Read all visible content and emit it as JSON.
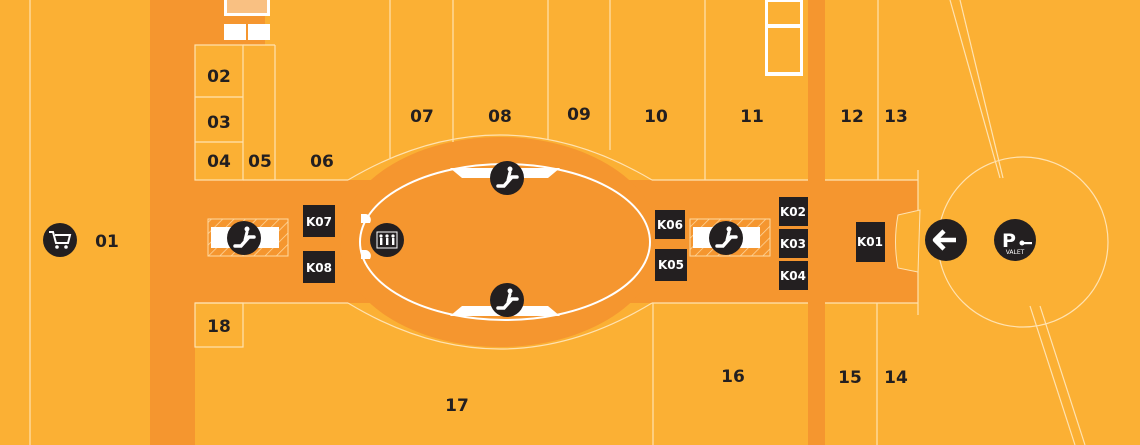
{
  "colors": {
    "store": "#FBB034",
    "corridor": "#F5962F",
    "icon": "#231F20"
  },
  "stores": {
    "s01": "01",
    "s02": "02",
    "s03": "03",
    "s04": "04",
    "s05": "05",
    "s06": "06",
    "s07": "07",
    "s08": "08",
    "s09": "09",
    "s10": "10",
    "s11": "11",
    "s12": "12",
    "s13": "13",
    "s14": "14",
    "s15": "15",
    "s16": "16",
    "s17": "17",
    "s18": "18"
  },
  "kiosks": {
    "k01": "K01",
    "k02": "K02",
    "k03": "K03",
    "k04": "K04",
    "k05": "K05",
    "k06": "K06",
    "k07": "K07",
    "k08": "K08"
  },
  "icons": {
    "supermarket": "shopping-cart-icon",
    "escalator": "escalator-icon",
    "elevator": "elevator-icon",
    "entrance": "arrow-left-icon",
    "valet": "valet-parking-icon"
  },
  "valet_label": "VALET",
  "valet_letter": "P"
}
